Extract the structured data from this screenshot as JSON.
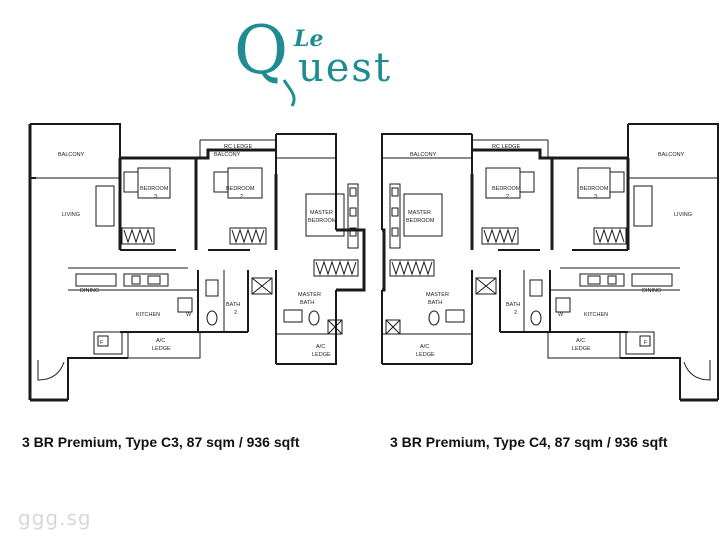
{
  "logo": {
    "le": "Le",
    "q": "Q",
    "uest": "uest"
  },
  "plan_c3": {
    "balcony_left": "BALCONY",
    "balcony_right": "BALCONY",
    "rc_ledge": "RC LEDGE",
    "bedroom3": "BEDROOM",
    "bedroom3_num": "3",
    "bedroom2": "BEDROOM",
    "bedroom2_num": "2",
    "master_bedroom_1": "MASTER",
    "master_bedroom_2": "BEDROOM",
    "living": "LIVING",
    "dining": "DINING",
    "kitchen": "KITCHEN",
    "bath": "BATH",
    "bath_num": "2",
    "master_bath_1": "MASTER",
    "master_bath_2": "BATH",
    "ac_ledge_left_1": "A/C",
    "ac_ledge_left_2": "LEDGE",
    "ac_ledge_right_1": "A/C",
    "ac_ledge_right_2": "LEDGE",
    "w": "W",
    "f": "F",
    "caption": "3 BR Premium, Type C3, 87 sqm / 936 sqft"
  },
  "plan_c4": {
    "balcony_left": "BALCONY",
    "balcony_right": "BALCONY",
    "rc_ledge": "RC LEDGE",
    "bedroom2": "BEDROOM",
    "bedroom2_num": "2",
    "bedroom3": "BEDROOM",
    "bedroom3_num": "3",
    "master_bedroom_1": "MASTER",
    "master_bedroom_2": "BEDROOM",
    "living": "LIVING",
    "dining": "DINING",
    "kitchen": "KITCHEN",
    "bath": "BATH",
    "bath_num": "2",
    "master_bath_1": "MASTER",
    "master_bath_2": "BATH",
    "ac_ledge_left_1": "A/C",
    "ac_ledge_left_2": "LEDGE",
    "ac_ledge_right_1": "A/C",
    "ac_ledge_right_2": "LEDGE",
    "w": "W",
    "f": "F",
    "caption": "3 BR Premium, Type C4, 87 sqm / 936 sqft"
  },
  "watermark": "ggg.sg",
  "colors": {
    "logo": "#1e8c91",
    "wall": "#1a1a1a"
  }
}
